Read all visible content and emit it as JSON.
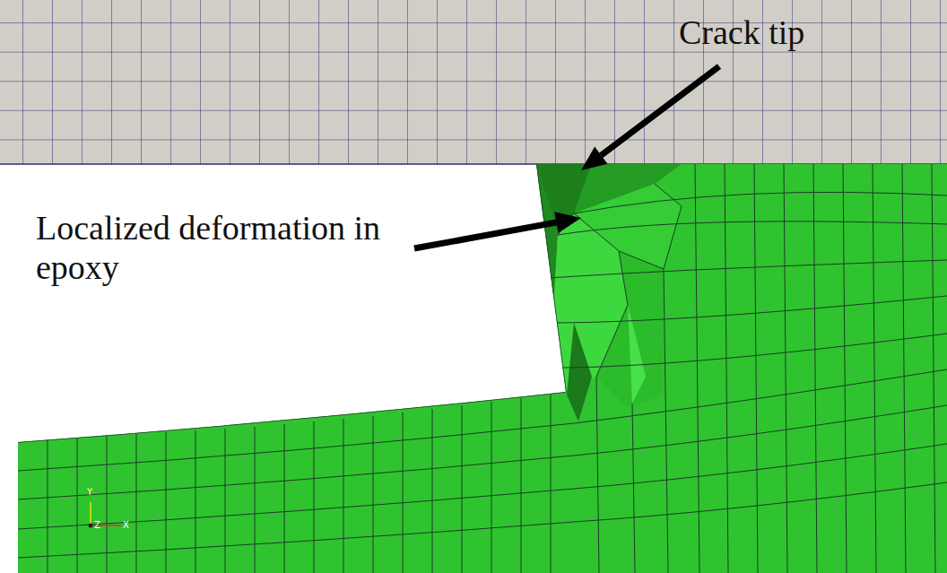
{
  "diagram": {
    "labels": [
      "Crack tip",
      "Localized deformation in epoxy",
      "Y",
      "Z",
      "X"
    ]
  }
}
